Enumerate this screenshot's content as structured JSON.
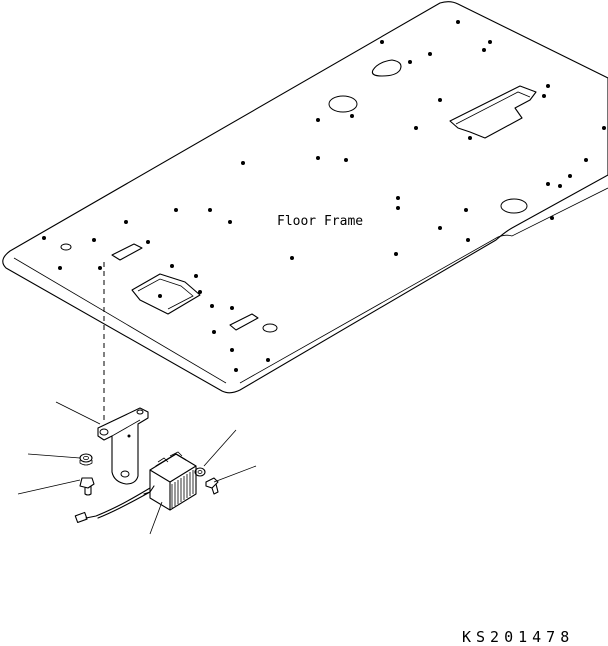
{
  "diagram": {
    "floor_frame_label": "Floor Frame",
    "drawing_code": "KS201478"
  },
  "parts": [
    {
      "name": "bracket"
    },
    {
      "name": "washer"
    },
    {
      "name": "bolt"
    },
    {
      "name": "relay-unit"
    },
    {
      "name": "mounting-washer"
    },
    {
      "name": "mounting-bolt"
    }
  ]
}
